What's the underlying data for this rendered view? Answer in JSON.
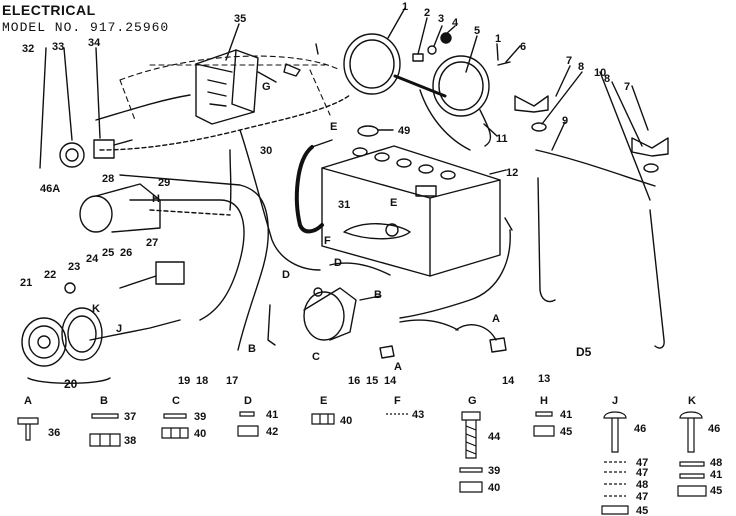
{
  "header": {
    "title": "ELECTRICAL",
    "model": "MODEL NO. 917.25960"
  },
  "drawing_code": "D5",
  "callouts": [
    "1",
    "2",
    "3",
    "4",
    "5",
    "1",
    "6",
    "7",
    "8",
    "10",
    "7",
    "8",
    "9",
    "11",
    "12",
    "49",
    "E",
    "E",
    "30",
    "31",
    "35",
    "G",
    "32",
    "33",
    "34",
    "46A",
    "28",
    "29",
    "H",
    "24",
    "25",
    "26",
    "27",
    "21",
    "22",
    "23",
    "K",
    "J",
    "20",
    "19",
    "18",
    "17",
    "B",
    "D",
    "D",
    "C",
    "F",
    "16",
    "15",
    "14",
    "A",
    "B",
    "A",
    "14",
    "13"
  ],
  "fastener_groups": [
    {
      "letter": "A",
      "parts": [
        "36"
      ]
    },
    {
      "letter": "B",
      "parts": [
        "37",
        "38"
      ]
    },
    {
      "letter": "C",
      "parts": [
        "39",
        "40"
      ]
    },
    {
      "letter": "D",
      "parts": [
        "41",
        "42"
      ]
    },
    {
      "letter": "E",
      "parts": [
        "40"
      ]
    },
    {
      "letter": "F",
      "parts": [
        "43"
      ]
    },
    {
      "letter": "G",
      "parts": [
        "44",
        "39",
        "40"
      ]
    },
    {
      "letter": "H",
      "parts": [
        "41",
        "45"
      ]
    },
    {
      "letter": "J",
      "parts": [
        "46",
        "47",
        "47",
        "48",
        "47",
        "45"
      ]
    },
    {
      "letter": "K",
      "parts": [
        "46",
        "48",
        "41",
        "45"
      ]
    }
  ]
}
